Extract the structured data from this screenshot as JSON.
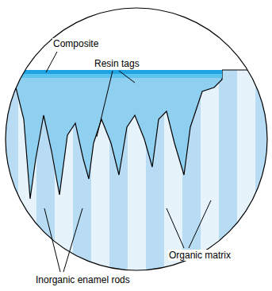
{
  "diagram": {
    "labels": [
      "Composite",
      "Resin tags",
      "Organic matrix",
      "Inorganic enamel rods"
    ]
  }
}
